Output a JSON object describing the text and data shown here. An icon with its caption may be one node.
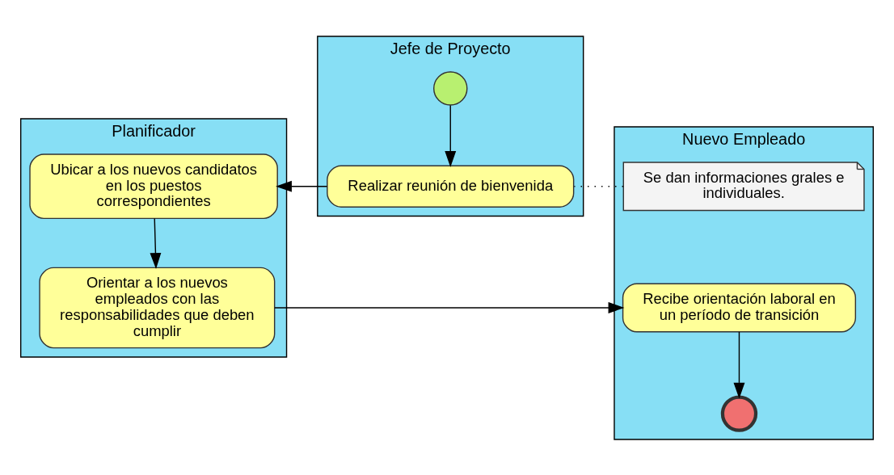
{
  "diagram": {
    "nodes": [
      {
        "text": [
          "Planificador"
        ]
      },
      {
        "text": [
          "Jefe de Proyecto"
        ]
      },
      {
        "text": [
          "Nuevo Empleado"
        ]
      },
      {
        "text": [],
        "shape": "circle",
        "in": 1
      },
      {
        "text": [
          "Realizar reunión de bienvenida"
        ],
        "in": 1
      },
      {
        "text": [
          "Se dan informaciones grales e individuales."
        ],
        "in": 2
      },
      {
        "text": [
          "Ubicar a los nuevos candidatos en los puestos correspondientes"
        ],
        "in": 0
      },
      {
        "text": [
          "Orientar a los nuevos empleados con las responsabilidades que deben cumplir"
        ],
        "in": 0
      },
      {
        "text": [
          "Recibe orientación laboral en un período de transición"
        ],
        "in": 2
      },
      {
        "text": [],
        "shape": "circle",
        "in": 2
      }
    ],
    "edges": [
      {
        "from": 3,
        "to": 4,
        "arrow": "to"
      },
      {
        "from": 5,
        "to": 4,
        "arrow": "none",
        "style": "dashed"
      },
      {
        "from": 4,
        "to": 6,
        "arrow": "to"
      },
      {
        "from": 6,
        "to": 7,
        "arrow": "to"
      },
      {
        "from": 7,
        "to": 8,
        "arrow": "to"
      },
      {
        "from": 8,
        "to": 9,
        "arrow": "to"
      }
    ]
  }
}
